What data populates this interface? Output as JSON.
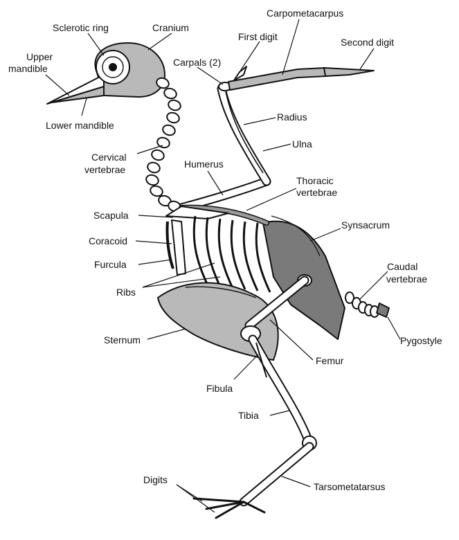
{
  "labels": {
    "sclerotic_ring": "Sclerotic ring",
    "cranium": "Cranium",
    "carpometacarpus": "Carpometacarpus",
    "first_digit": "First digit",
    "second_digit": "Second digit",
    "upper_mandible_1": "Upper",
    "upper_mandible_2": "mandible",
    "carpals": "Carpals (2)",
    "lower_mandible": "Lower mandible",
    "radius": "Radius",
    "ulna": "Ulna",
    "cervical_1": "Cervical",
    "cervical_2": "vertebrae",
    "humerus": "Humerus",
    "thoracic_1": "Thoracic",
    "thoracic_2": "vertebrae",
    "scapula": "Scapula",
    "synsacrum": "Synsacrum",
    "coracoid": "Coracoid",
    "furcula": "Furcula",
    "caudal_1": "Caudal",
    "caudal_2": "vertebrae",
    "ribs": "Ribs",
    "sternum": "Sternum",
    "pygostyle": "Pygostyle",
    "femur": "Femur",
    "fibula": "Fibula",
    "tibia": "Tibia",
    "digits": "Digits",
    "tarsometatarsus": "Tarsometatarsus"
  }
}
